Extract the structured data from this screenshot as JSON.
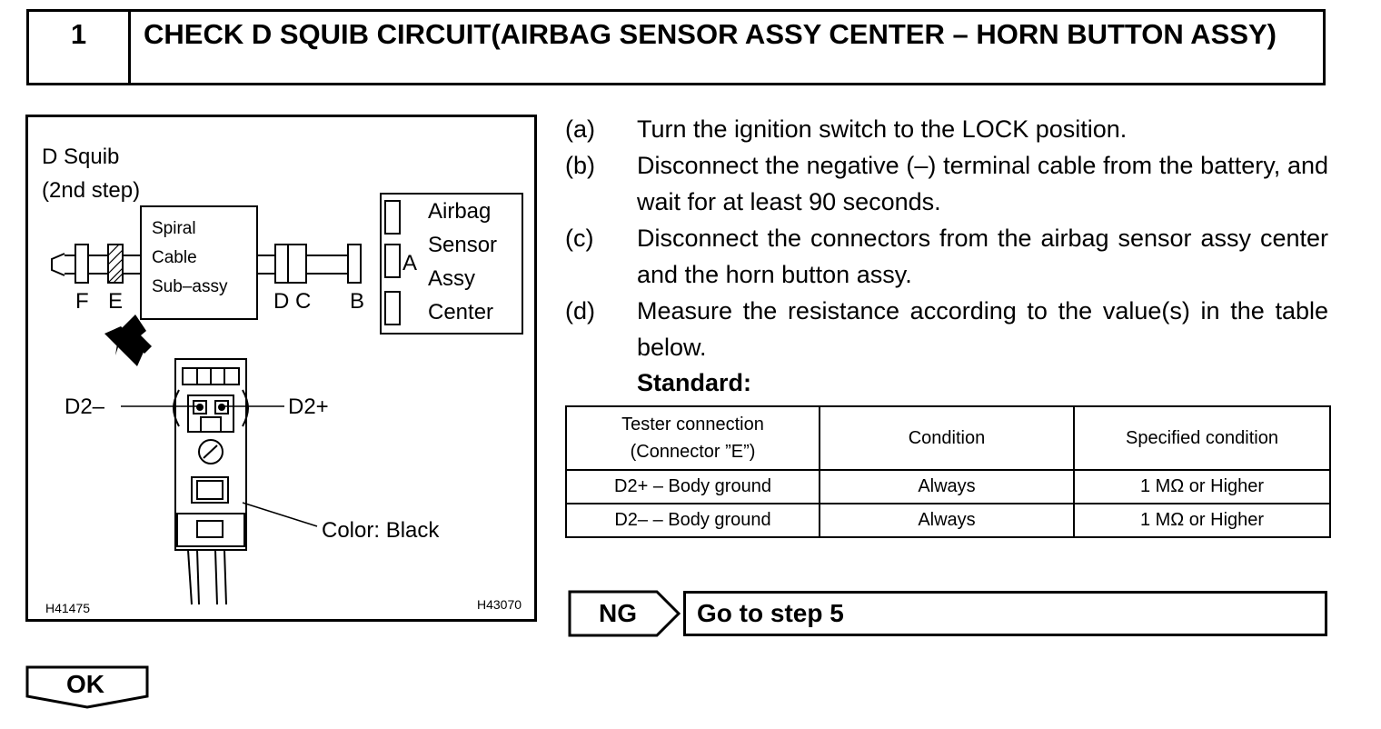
{
  "header": {
    "step_number": "1",
    "title": "CHECK D SQUIB CIRCUIT(AIRBAG SENSOR ASSY CENTER – HORN BUTTON ASSY)"
  },
  "diagram": {
    "title_line1": "D Squib",
    "title_line2": "(2nd step)",
    "spiral_line1": "Spiral",
    "spiral_line2": "Cable",
    "spiral_line3": "Sub–assy",
    "airbag_line1": "Airbag",
    "airbag_line2": "Sensor",
    "airbag_line3": "Assy",
    "airbag_line4": "Center",
    "conn_f": "F",
    "conn_e": "E",
    "conn_d": "D",
    "conn_c": "C",
    "conn_b": "B",
    "conn_a": "A",
    "terminal_minus": "D2–",
    "terminal_plus": "D2+",
    "color_label": "Color: Black",
    "code_left": "H41475",
    "code_right": "H43070"
  },
  "steps": [
    {
      "letter": "(a)",
      "text": "Turn the ignition switch to the LOCK position."
    },
    {
      "letter": "(b)",
      "text": "Disconnect the negative (–) terminal cable from the battery, and wait for at least 90 seconds."
    },
    {
      "letter": "(c)",
      "text": "Disconnect the connectors from the airbag sensor assy center and the horn button assy."
    },
    {
      "letter": "(d)",
      "text": "Measure the resistance according to the value(s) in the table below."
    }
  ],
  "standard_label": "Standard:",
  "table": {
    "headers": [
      "Tester connection",
      "(Connector ”E”)",
      "Condition",
      "Specified condition"
    ],
    "rows": [
      [
        "D2+ – Body ground",
        "Always",
        "1 MΩ or Higher"
      ],
      [
        "D2– – Body ground",
        "Always",
        "1 MΩ or Higher"
      ]
    ]
  },
  "ng": {
    "label": "NG",
    "action": "Go to step 5"
  },
  "ok": {
    "label": "OK"
  }
}
